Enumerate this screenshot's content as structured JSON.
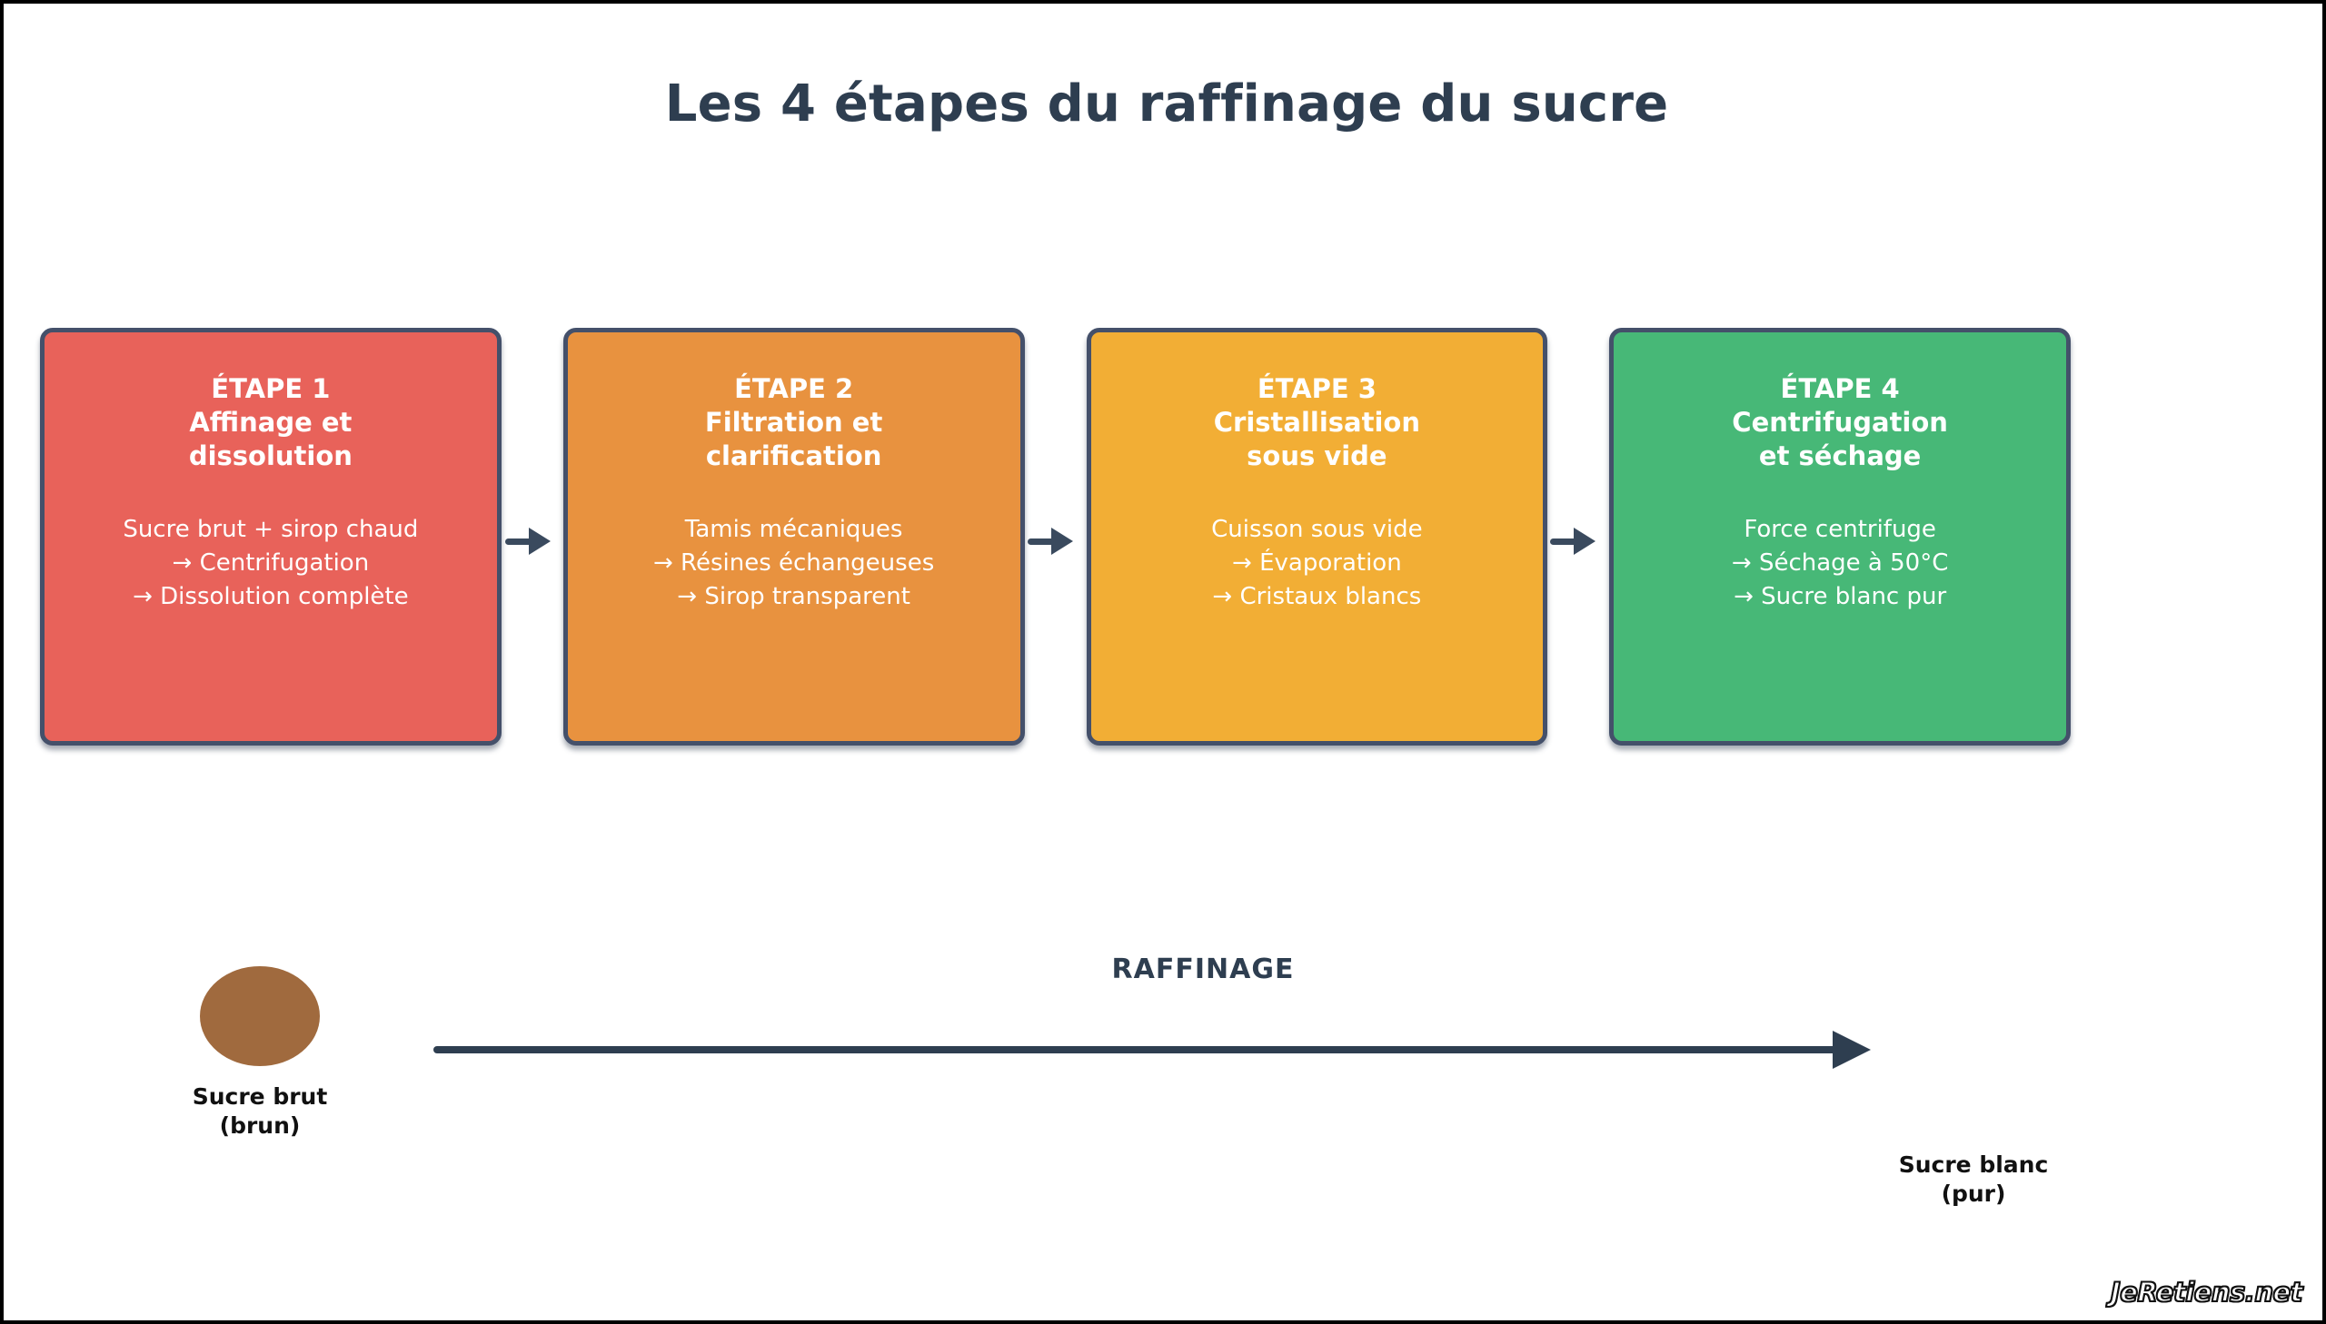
{
  "title": "Les 4 étapes du raffinage du sucre",
  "colors": {
    "step1": "#E8625A",
    "step2": "#E8923F",
    "step3": "#F2AE35",
    "step4": "#47B877",
    "card_border": "#44506a",
    "accent_dark": "#2e3e50",
    "raw_sugar": "#A06A3E",
    "canvas": "#ffffff"
  },
  "steps": [
    {
      "title": "ÉTAPE 1\nAffinage et\ndissolution",
      "body": "Sucre brut + sirop chaud\n→ Centrifugation\n→ Dissolution complète",
      "color": "#E8625A"
    },
    {
      "title": "ÉTAPE 2\nFiltration et\nclarification",
      "body": "Tamis mécaniques\n→ Résines échangeuses\n→ Sirop transparent",
      "color": "#E8923F"
    },
    {
      "title": "ÉTAPE 3\nCristallisation\nsous vide",
      "body": "Cuisson sous vide\n→ Évaporation\n→ Cristaux blancs",
      "color": "#F2AE35"
    },
    {
      "title": "ÉTAPE 4\nCentrifugation\net séchage",
      "body": "Force centrifuge\n→ Séchage à 50°C\n→ Sucre blanc pur",
      "color": "#47B877"
    }
  ],
  "transformation": {
    "process_label": "RAFFINAGE",
    "start": {
      "caption": "Sucre brut\n(brun)",
      "color": "#A06A3E"
    },
    "end": {
      "caption": "Sucre blanc\n(pur)",
      "color": "#ffffff"
    }
  },
  "watermark": "JeRetiens.net"
}
